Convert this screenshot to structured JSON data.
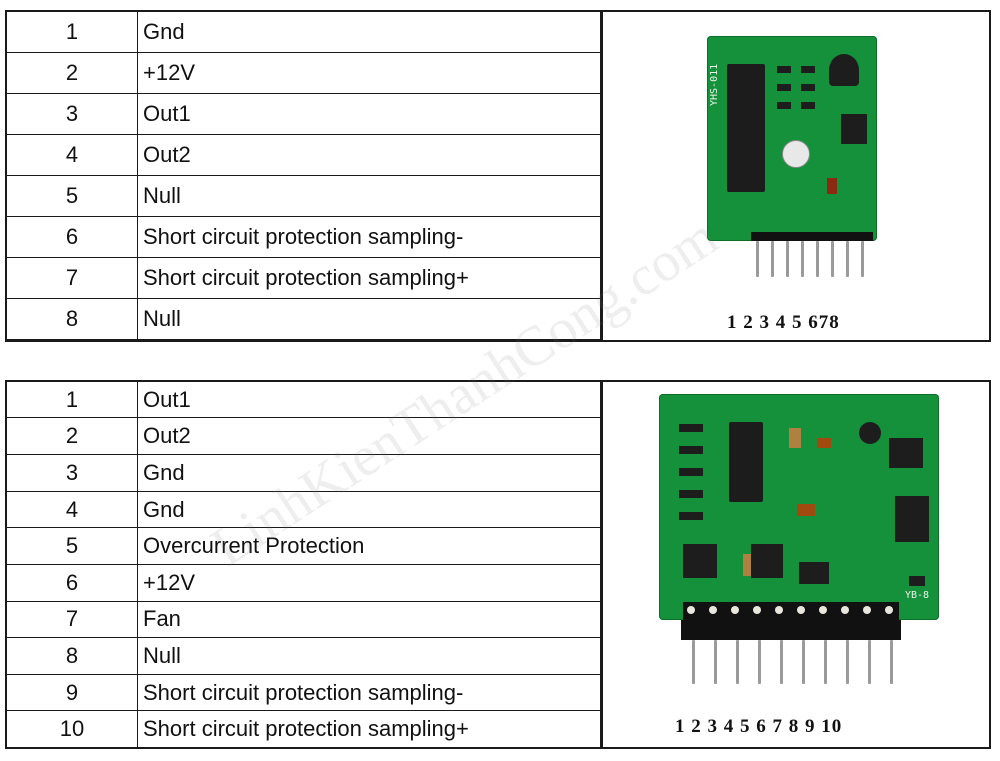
{
  "table1": {
    "rows": [
      {
        "num": "1",
        "fn": "Gnd"
      },
      {
        "num": "2",
        "fn": "+12V"
      },
      {
        "num": "3",
        "fn": "Out1"
      },
      {
        "num": "4",
        "fn": "Out2"
      },
      {
        "num": "5",
        "fn": "Null"
      },
      {
        "num": "6",
        "fn": "Short circuit protection sampling-"
      },
      {
        "num": "7",
        "fn": "Short circuit protection sampling+"
      },
      {
        "num": "8",
        "fn": "Null"
      },
      {
        "num": "",
        "fn": ""
      }
    ],
    "board": {
      "silk_model": "YHS-011",
      "pin_labels": "1 2 3 4 5 678"
    }
  },
  "table2": {
    "rows": [
      {
        "num": "1",
        "fn": "Out1"
      },
      {
        "num": "2",
        "fn": "Out2"
      },
      {
        "num": "3",
        "fn": "Gnd"
      },
      {
        "num": "4",
        "fn": "Gnd"
      },
      {
        "num": "5",
        "fn": "Overcurrent Protection"
      },
      {
        "num": "6",
        "fn": "+12V"
      },
      {
        "num": "7",
        "fn": "Fan"
      },
      {
        "num": "8",
        "fn": "Null"
      },
      {
        "num": "9",
        "fn": "Short circuit protection sampling-"
      },
      {
        "num": "10",
        "fn": "Short circuit protection sampling+"
      }
    ],
    "board": {
      "silk_model": "YB-8",
      "pin_labels": "1 2 3 4 5 6 7 8 9 10"
    }
  },
  "watermark": {
    "text": "LinhKienThanhCong.com"
  },
  "colors": {
    "pcb": "#14913a",
    "border": "#1a1a1a"
  }
}
